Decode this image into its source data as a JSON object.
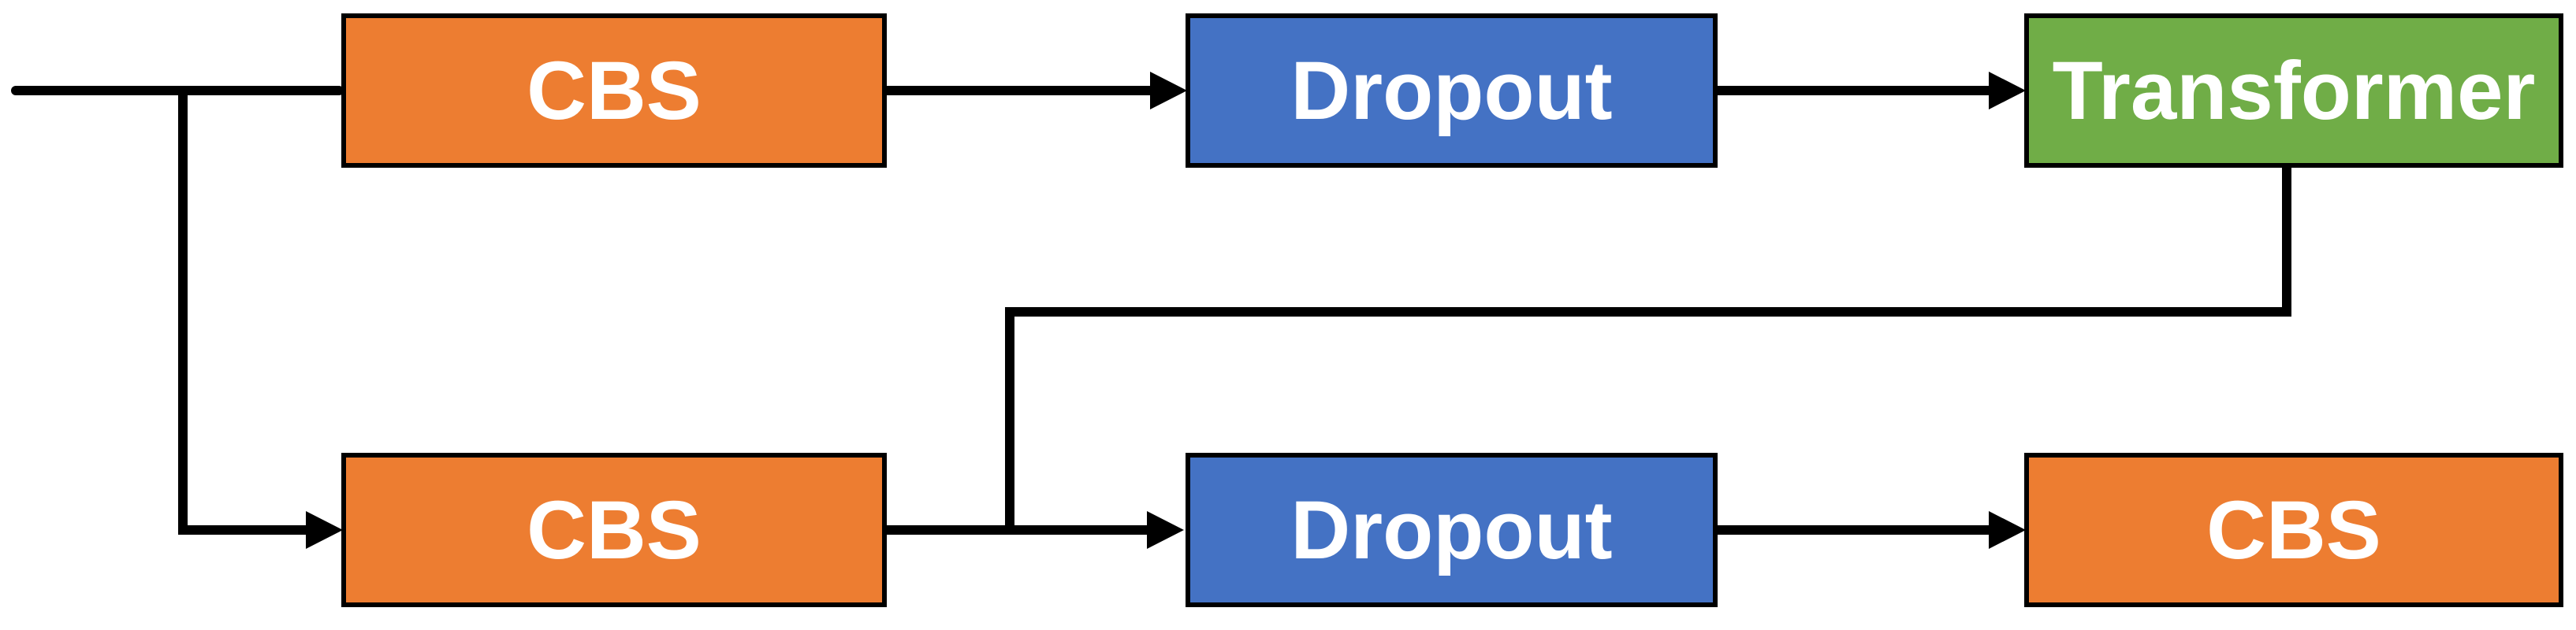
{
  "diagram": {
    "type": "block-flow-diagram",
    "background_color": "#FFFFFF",
    "line_color": "#000000",
    "text_color": "#FFFFFF",
    "nodes": [
      {
        "id": "cbs-top",
        "label": "CBS",
        "color": "#ED7D31",
        "row": "top",
        "column": 1
      },
      {
        "id": "dropout-top",
        "label": "Dropout",
        "color": "#4472C4",
        "row": "top",
        "column": 2
      },
      {
        "id": "transformer",
        "label": "Transformer",
        "color": "#70AD47",
        "row": "top",
        "column": 3
      },
      {
        "id": "cbs-bottom-left",
        "label": "CBS",
        "color": "#ED7D31",
        "row": "bottom",
        "column": 1
      },
      {
        "id": "dropout-bottom",
        "label": "Dropout",
        "color": "#4472C4",
        "row": "bottom",
        "column": 2
      },
      {
        "id": "cbs-bottom-right",
        "label": "CBS",
        "color": "#ED7D31",
        "row": "bottom",
        "column": 3
      }
    ],
    "edges": [
      {
        "from": "input",
        "to": "cbs-top",
        "arrowhead": false
      },
      {
        "from": "input",
        "to": "cbs-bottom-left",
        "arrowhead": true,
        "shape": "branch-down-then-right"
      },
      {
        "from": "cbs-top",
        "to": "dropout-top",
        "arrowhead": true
      },
      {
        "from": "dropout-top",
        "to": "transformer",
        "arrowhead": true
      },
      {
        "from": "transformer",
        "to": "dropout-bottom",
        "arrowhead": false,
        "shape": "down-left-down-merge-into-bottom-line"
      },
      {
        "from": "cbs-bottom-left",
        "to": "dropout-bottom",
        "arrowhead": true
      },
      {
        "from": "dropout-bottom",
        "to": "cbs-bottom-right",
        "arrowhead": true
      }
    ]
  }
}
